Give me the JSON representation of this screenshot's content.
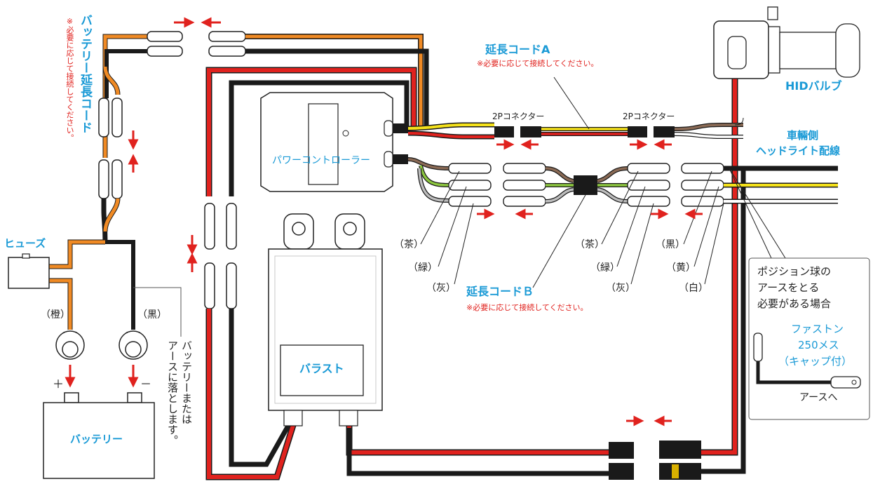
{
  "labels": {
    "battery_ext_title": "バッテリー延長コード",
    "battery_ext_note": "※必要に応じて接続してください。",
    "ext_a_title": "延長コードA",
    "ext_a_note": "※必要に応じて接続してください。",
    "ext_b_title": "延長コードＢ",
    "ext_b_note": "※必要に応じて接続してください。",
    "connector_2p_1": "2Pコネクター",
    "connector_2p_2": "2Pコネクター",
    "hid_bulb": "HIDバルブ",
    "vehicle_side_1": "車輛側",
    "vehicle_side_2": "ヘッドライト配線",
    "power_controller": "パワーコントローラー",
    "ballast": "バラスト",
    "battery": "バッテリー",
    "fuse": "ヒューズ",
    "orange": "（橙）",
    "black_1": "（黒）",
    "plus": "＋",
    "minus": "－",
    "ground_note_1": "バッテリーまたは",
    "ground_note_2": "アースに落とします。",
    "brown_1": "（茶）",
    "green_1": "（緑）",
    "gray_1": "（灰）",
    "brown_2": "（茶）",
    "green_2": "（緑）",
    "gray_2": "（灰）",
    "black_2": "（黒）",
    "yellow": "（黄）",
    "white": "（白）",
    "position_note_1": "ポジション球の",
    "position_note_2": "アースをとる",
    "position_note_3": "必要がある場合",
    "faston_1": "ファストン",
    "faston_2": "250メス",
    "faston_3": "（キャップ付）",
    "to_ground": "アースへ"
  },
  "colors": {
    "red": "#e0221e",
    "black": "#1a1a1a",
    "orange": "#f08a24",
    "yellow": "#f5e21a",
    "brown": "#8a6a55",
    "green": "#8cc63f",
    "gray": "#9a9a9a",
    "accent_blue": "#1a9ad6"
  }
}
